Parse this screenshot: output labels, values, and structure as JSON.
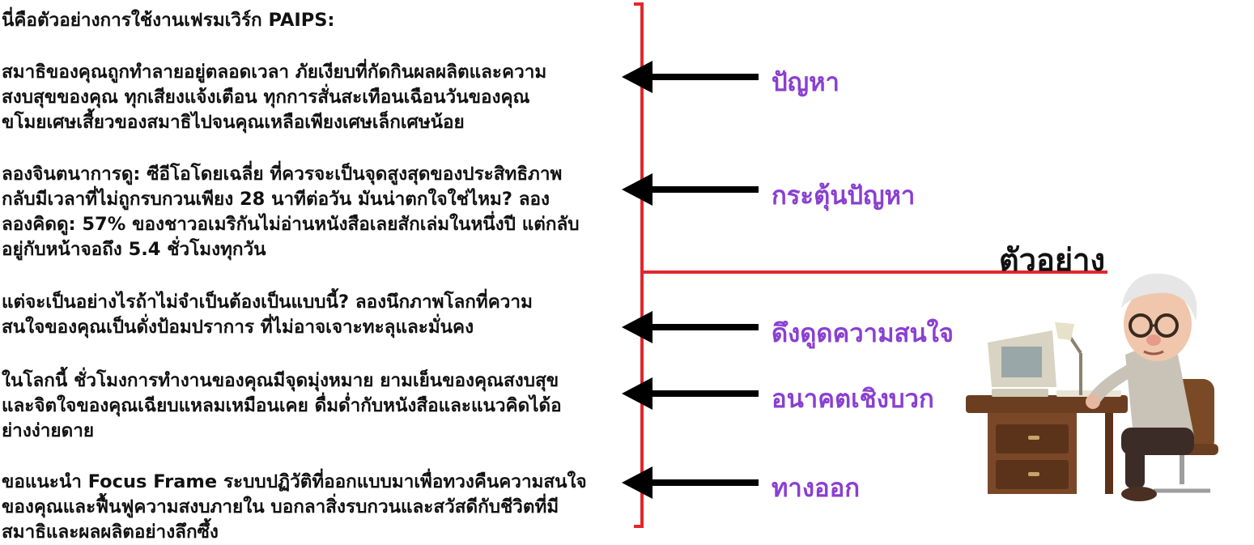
{
  "colors": {
    "accent": "#e0282d",
    "label": "#8a3fd1",
    "text": "#111111"
  },
  "intro": "นี่คือตัวอย่างการใช้งานเฟรมเวิร์ก PAIPS:",
  "blocks": [
    {
      "text": "สมาธิของคุณถูกทำลายอยู่ตลอดเวลา ภัยเงียบที่กัดกินผลผลิตและความ\nสงบสุขของคุณ ทุกเสียงแจ้งเตือน ทุกการสั่นสะเทือนเฉือนวันของคุณ\nขโมยเศษเสี้ยวของสมาธิไปจนคุณเหลือเพียงเศษเล็กเศษน้อย",
      "label": "ปัญหา"
    },
    {
      "text": "ลองจินตนาการดู: ซีอีโอโดยเฉลี่ย ที่ควรจะเป็นจุดสูงสุดของประสิทธิภาพ\nกลับมีเวลาที่ไม่ถูกรบกวนเพียง 28 นาทีต่อวัน มันน่าตกใจใช่ไหม? ลอง\nลองคิดดู: 57% ของชาวอเมริกันไม่อ่านหนังสือเลยสักเล่มในหนึ่งปี แต่กลับ\nอยู่กับหน้าจอถึง 5.4 ชั่วโมงทุกวัน",
      "label": "กระตุ้นปัญหา"
    },
    {
      "text": "แต่จะเป็นอย่างไรถ้าไม่จำเป็นต้องเป็นแบบนี้? ลองนึกภาพโลกที่ความ\nสนใจของคุณเป็นดั่งป้อมปราการ ที่ไม่อาจเจาะทะลุและมั่นคง",
      "label": "ดึงดูดความสนใจ"
    },
    {
      "text": "ในโลกนี้ ชั่วโมงการทำงานของคุณมีจุดมุ่งหมาย ยามเย็นของคุณสงบสุข\nและจิตใจของคุณเฉียบแหลมเหมือนเคย ดื่มด่ำกับหนังสือและแนวคิดได้อ\nย่างง่ายดาย",
      "label": "อนาคตเชิงบวก"
    },
    {
      "text": "ขอแนะนำ Focus Frame ระบบปฏิวัติที่ออกแบบมาเพื่อทวงคืนความสนใจ\nของคุณและฟื้นฟูความสงบภายใน บอกลาสิ่งรบกวนและสวัสดีกับชีวิตที่มี\nสมาธิและผลผลิตอย่างลึกซึ้ง",
      "label": "ทางออก"
    }
  ],
  "heading": "ตัวอย่าง",
  "illustration": {
    "icon": "elderly-man-at-computer-illustration"
  }
}
